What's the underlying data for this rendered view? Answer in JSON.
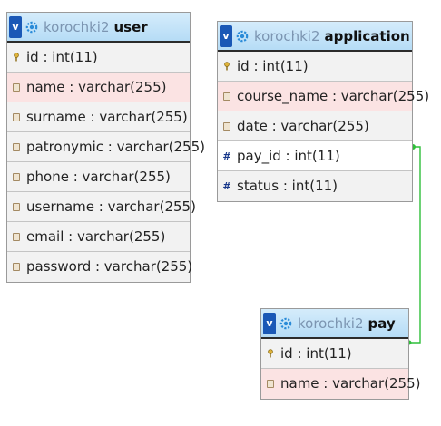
{
  "tables": [
    {
      "db": "korochki2",
      "name": "user",
      "columns": [
        {
          "text": "id : int(11)",
          "kind": "key"
        },
        {
          "text": "name : varchar(255)",
          "kind": "unique"
        },
        {
          "text": "surname : varchar(255)",
          "kind": "field"
        },
        {
          "text": "patronymic : varchar(255)",
          "kind": "field"
        },
        {
          "text": "phone : varchar(255)",
          "kind": "field"
        },
        {
          "text": "username : varchar(255)",
          "kind": "field"
        },
        {
          "text": "email : varchar(255)",
          "kind": "field"
        },
        {
          "text": "password : varchar(255)",
          "kind": "field"
        }
      ]
    },
    {
      "db": "korochki2",
      "name": "application",
      "columns": [
        {
          "text": "id : int(11)",
          "kind": "key"
        },
        {
          "text": "course_name : varchar(255)",
          "kind": "unique"
        },
        {
          "text": "date : varchar(255)",
          "kind": "field"
        },
        {
          "text": "pay_id : int(11)",
          "kind": "foreign"
        },
        {
          "text": "status : int(11)",
          "kind": "index"
        }
      ]
    },
    {
      "db": "korochki2",
      "name": "pay",
      "columns": [
        {
          "text": "id : int(11)",
          "kind": "key"
        },
        {
          "text": "name : varchar(255)",
          "kind": "unique"
        }
      ]
    }
  ],
  "toggle_label": "v",
  "colors": {
    "header": "#c5e4f8",
    "unique_row": "#fbe3e3",
    "relation": "#2fbf3a",
    "toggle": "#1a58b6"
  }
}
